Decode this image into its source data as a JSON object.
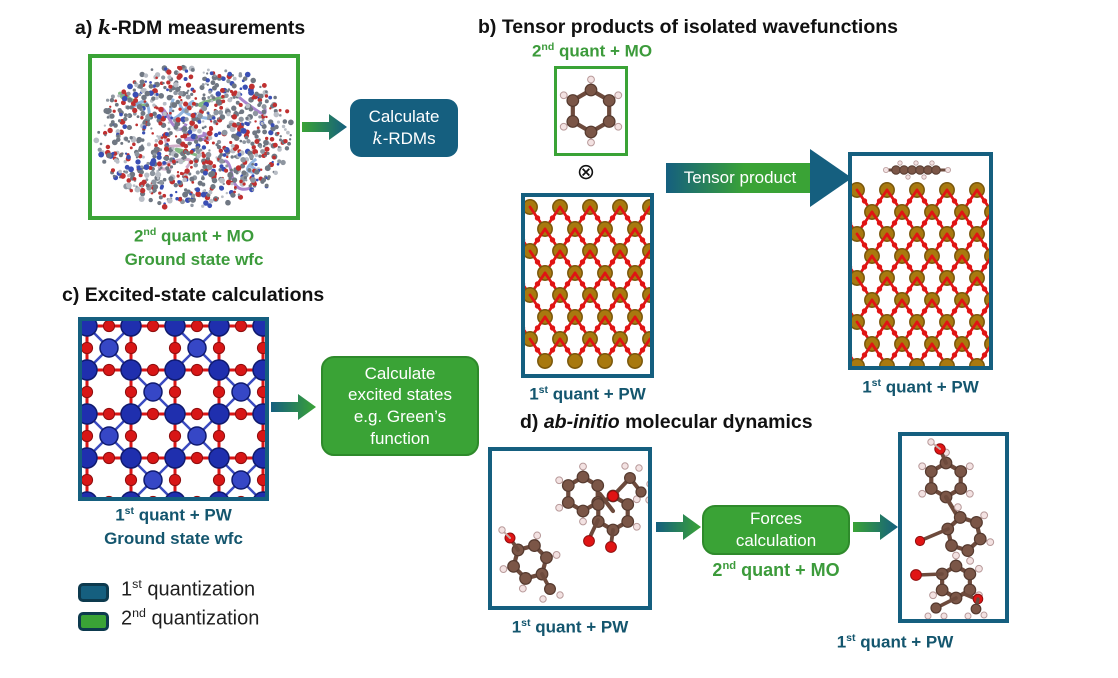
{
  "colors": {
    "teal": "#155f7f",
    "green": "#3aa336",
    "teal_text": "#14566e",
    "green_text": "#3c9b3b"
  },
  "panel_a": {
    "title": {
      "prefix": "a) ",
      "math": "k",
      "rest": "-RDM measurements"
    },
    "figure": "protein-cloud",
    "calc_button": {
      "line1": "Calculate",
      "math": "k",
      "line2_rest": "-RDMs"
    },
    "caption1": {
      "num": "2",
      "sup": "nd",
      "rest": " quant + MO"
    },
    "caption2": "Ground state wfc"
  },
  "panel_b": {
    "title": "b) Tensor products of isolated wavefunctions",
    "mo_label": {
      "num": "2",
      "sup": "nd",
      "rest": " quant + MO"
    },
    "molecule_figure": "benzene-molecule",
    "operator": "⊗",
    "crystal_figure": "gold-oxide-lattice",
    "crystal_label": {
      "num": "1",
      "sup": "st",
      "rest": " quant + PW"
    },
    "arrow_label": "Tensor product",
    "result_figure": "benzene-on-gold-oxide-lattice",
    "result_label": {
      "num": "1",
      "sup": "st",
      "rest": " quant + PW"
    }
  },
  "panel_c": {
    "title": "c) Excited-state calculations",
    "figure": "blue-red-crystal-lattice",
    "calc_button": {
      "line1": "Calculate",
      "line2": "excited states",
      "line3": "e.g. Green’s",
      "line4": "function"
    },
    "caption1": {
      "num": "1",
      "sup": "st",
      "rest": " quant + PW"
    },
    "caption2": "Ground state wfc"
  },
  "panel_d": {
    "title": {
      "prefix": "d) ",
      "italic": "ab-initio",
      "rest": " molecular dynamics"
    },
    "left_figure": "organic-molecules",
    "left_label": {
      "num": "1",
      "sup": "st",
      "rest": " quant + PW"
    },
    "calc_button": {
      "line1": "Forces",
      "line2": "calculation"
    },
    "mo_label": {
      "num": "2",
      "sup": "nd",
      "rest": " quant + MO"
    },
    "right_figure": "organic-molecule",
    "right_label": {
      "num": "1",
      "sup": "st",
      "rest": " quant + PW"
    }
  },
  "legend": {
    "items": [
      {
        "num": "1",
        "sup": "st",
        "rest": " quantization",
        "swatch": "#155f7f"
      },
      {
        "num": "2",
        "sup": "nd",
        "rest": " quantization",
        "swatch": "#3aa336"
      }
    ]
  }
}
